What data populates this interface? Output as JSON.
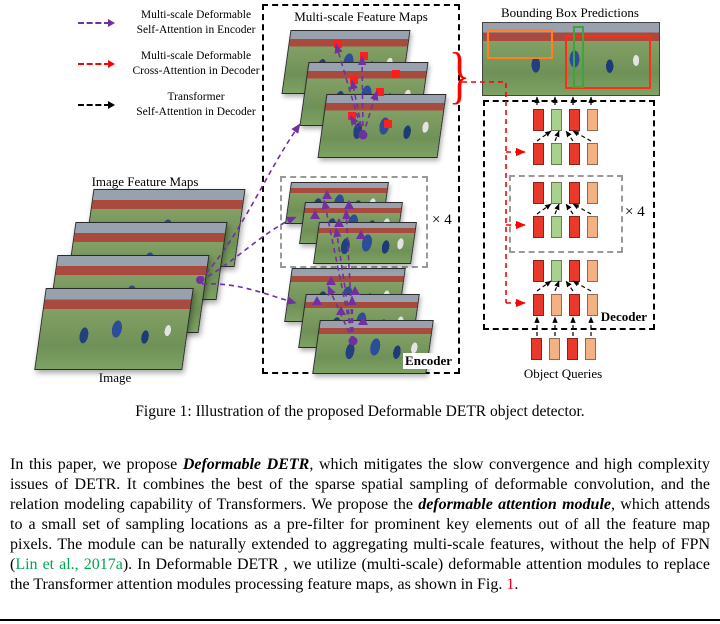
{
  "figure": {
    "legend": {
      "items": [
        {
          "line1": "Multi-scale Deformable",
          "line2": "Self-Attention in Encoder",
          "color": "#7030a0"
        },
        {
          "line1": "Multi-scale Deformable",
          "line2": "Cross-Attention in Decoder",
          "color": "#ff0000"
        },
        {
          "line1": "Transformer",
          "line2": "Self-Attention in Decoder",
          "color": "#000000"
        }
      ]
    },
    "labels": {
      "multi_scale_feature_maps": "Multi-scale Feature Maps",
      "bounding_box_predictions": "Bounding Box Predictions",
      "image_feature_maps": "Image Feature Maps",
      "image": "Image",
      "encoder": "Encoder",
      "decoder": "Decoder",
      "object_queries": "Object Queries",
      "encoder_repeat": "× 4",
      "decoder_repeat": "× 4",
      "brace": "}"
    },
    "decoder": {
      "colors": {
        "red": "#e8392a",
        "green": "#a9d18e",
        "peach": "#f4b183"
      },
      "rows": [
        {
          "cells": [
            "red",
            "green",
            "red",
            "peach"
          ]
        },
        {
          "cells": [
            "red",
            "green",
            "red",
            "peach"
          ]
        },
        {
          "cells": [
            "red",
            "green",
            "red",
            "peach"
          ]
        },
        {
          "cells": [
            "red",
            "green",
            "red",
            "peach"
          ]
        },
        {
          "cells": [
            "red",
            "green",
            "red",
            "peach"
          ]
        },
        {
          "cells": [
            "red",
            "peach",
            "red",
            "peach"
          ]
        },
        {
          "cells": [
            "red",
            "peach",
            "red",
            "peach"
          ]
        }
      ]
    }
  },
  "caption": "Figure 1: Illustration of the proposed Deformable DETR object detector.",
  "paragraph": {
    "segments": [
      {
        "text": "In this paper, we propose ",
        "name": "text-segment"
      },
      {
        "text": "Deformable DETR",
        "style": "emph",
        "name": "deformable-detr-term"
      },
      {
        "text": ", which mitigates the slow convergence and high complexity issues of DETR. It combines the best of the sparse spatial sampling of deformable convolution, and the relation modeling capability of Transformers. We propose the ",
        "name": "text-segment"
      },
      {
        "text": "deformable attention module",
        "style": "emph",
        "name": "deformable-attention-module-term"
      },
      {
        "text": ", which attends to a small set of sampling locations as a pre-filter for prominent key elements out of all the feature map pixels. The module can be naturally extended to aggregating multi-scale features, without the help of FPN (",
        "name": "text-segment"
      },
      {
        "text": "Lin et al., 2017a",
        "style": "citation",
        "name": "citation-lin-et-al-2017a",
        "interactable": true
      },
      {
        "text": "). In Deformable DETR , we utilize (multi-scale) deformable attention modules to replace the Transformer attention modules processing feature maps, as shown in Fig. ",
        "name": "text-segment"
      },
      {
        "text": "1",
        "style": "ref",
        "name": "figure-1-ref",
        "interactable": true
      },
      {
        "text": ".",
        "name": "text-segment"
      }
    ]
  }
}
